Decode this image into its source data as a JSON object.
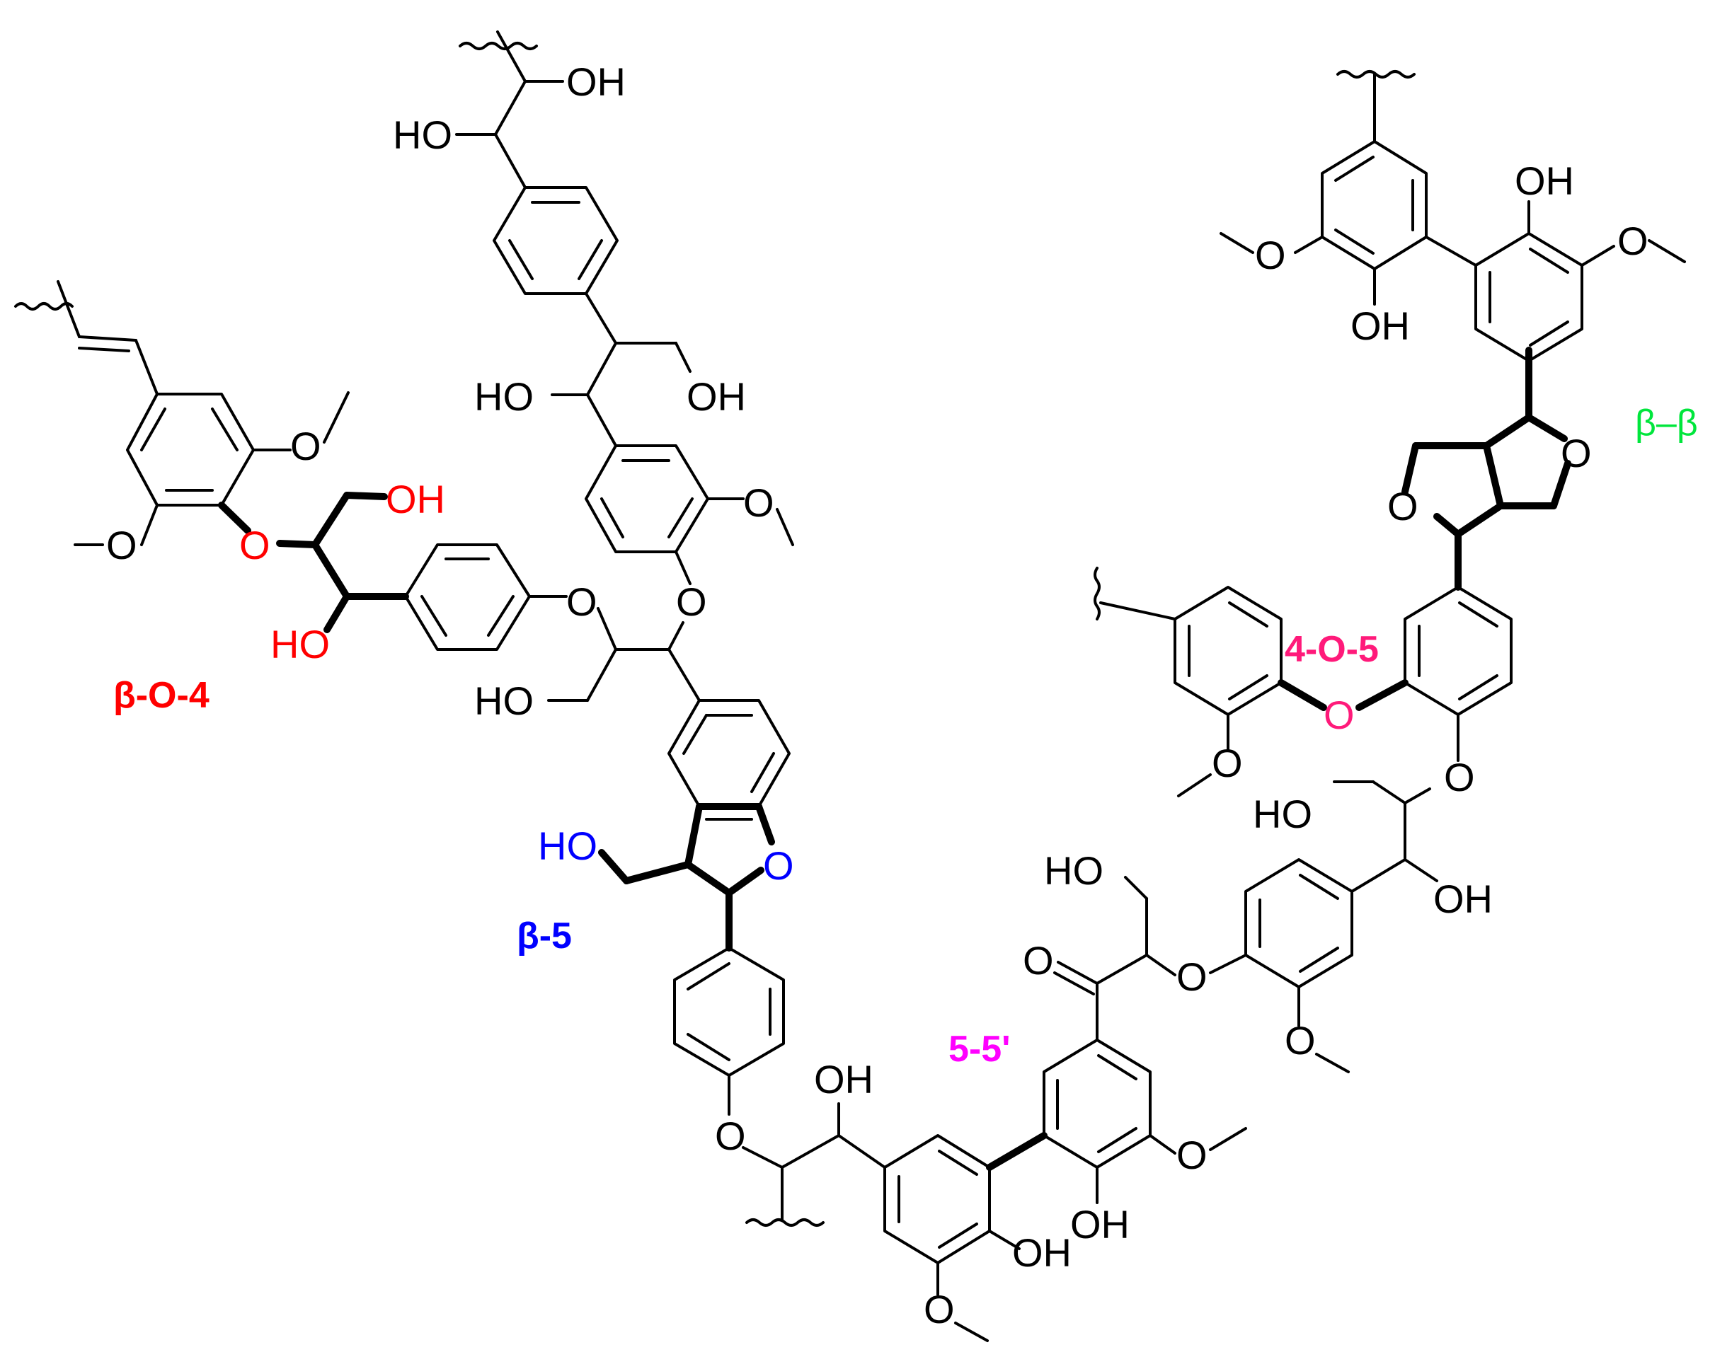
{
  "colors": {
    "bond": "#000000",
    "beta_o_4": "#ff0000",
    "beta_5": "#0000ff",
    "five_five": "#ff00ff",
    "four_o_five": "#ff1a7a",
    "beta_beta": "#00e63c"
  },
  "linkage_labels": {
    "beta_o_4": "β-O-4",
    "beta_5": "β-5",
    "five_five": "5-5'",
    "four_o_five": "4-O-5",
    "beta_beta": "β–β"
  },
  "atoms": {
    "oh": "OH",
    "ho": "HO",
    "o": "O"
  }
}
